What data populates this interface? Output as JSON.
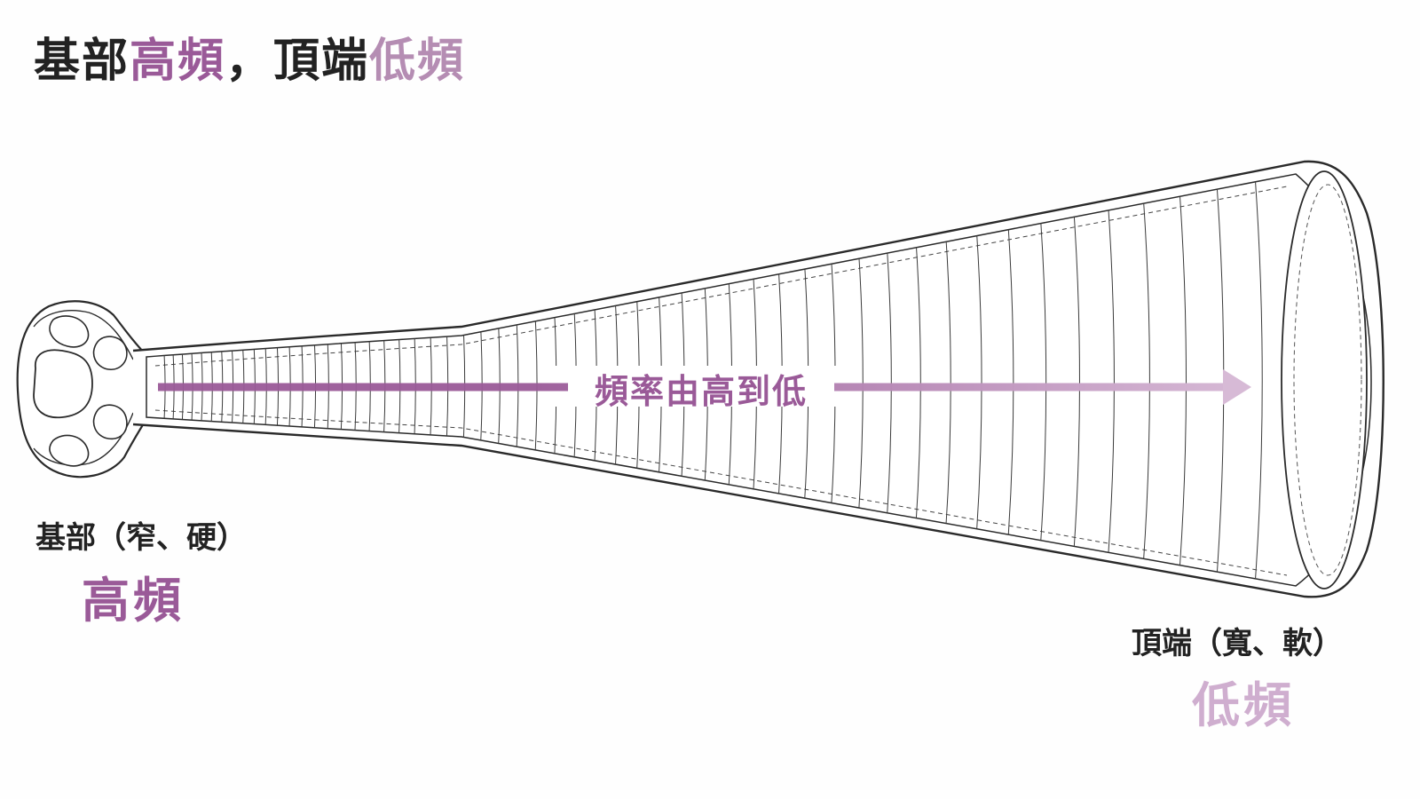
{
  "title": {
    "part1": "基部",
    "part2": "高頻",
    "part3": "，頂端",
    "part4": "低頻"
  },
  "base": {
    "label": "基部（窄、硬）",
    "frequency": "高頻"
  },
  "apex": {
    "label": "頂端（寬、軟）",
    "frequency": "低頻"
  },
  "arrow": {
    "label": "頻率由高到低"
  },
  "colors": {
    "text_dark": "#222222",
    "high_freq": "#9a5a98",
    "low_freq": "#cfaecf",
    "outline": "#2a2a2a"
  }
}
